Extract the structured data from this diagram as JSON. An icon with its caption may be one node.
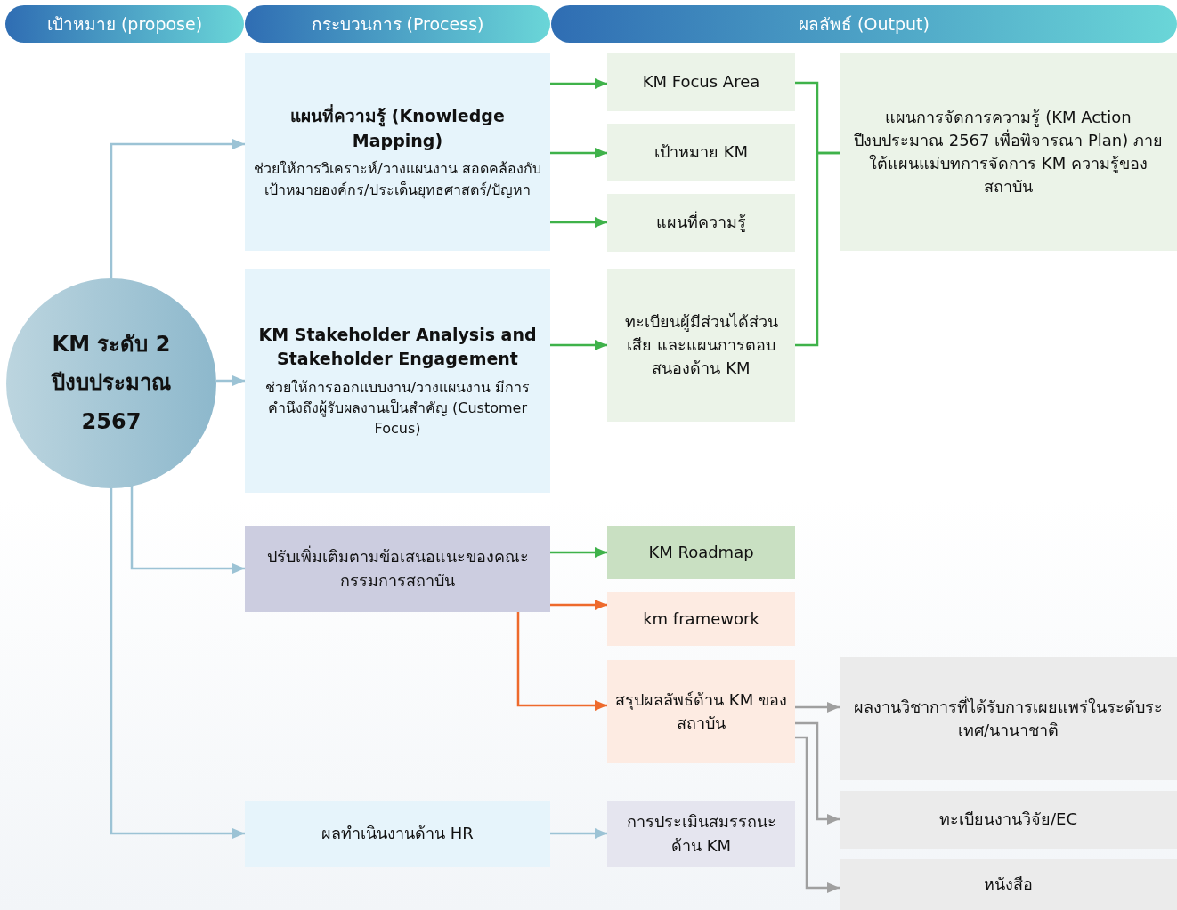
{
  "diagram": {
    "nodes": [
      {
        "text": [
          "เป้าหมาย (propose)"
        ]
      },
      {
        "text": [
          "กระบวนการ (Process)"
        ]
      },
      {
        "text": [
          "ผลลัพธ์ (Output)"
        ]
      },
      {
        "text": [
          "KM ระดับ 2 ปีงบประมาณ 2567"
        ]
      },
      {
        "text": [
          "แผนที่ความรู้ (Knowledge Mapping)",
          "ช่วยให้การวิเคราะห์/วางแผนงาน สอดคล้องกับ เป้าหมายองค์กร/ประเด็นยุทธศาสตร์/ปัญหา"
        ]
      },
      {
        "text": [
          "KM Stakeholder Analysis and Stakeholder Engagement",
          "ช่วยให้การออกแบบงาน/วางแผนงาน มีการคำนึงถึงผู้รับผลงานเป็นสำคัญ (Customer Focus)"
        ]
      },
      {
        "text": [
          "ปรับเพิ่มเติมตามข้อเสนอแนะของคณะกรรมการสถาบัน"
        ]
      },
      {
        "text": [
          "ผลทำเนินงานด้าน HR"
        ]
      },
      {
        "text": [
          "KM Focus Area"
        ]
      },
      {
        "text": [
          "เป้าหมาย KM"
        ]
      },
      {
        "text": [
          "แผนที่ความรู้"
        ]
      },
      {
        "text": [
          "ทะเบียนผู้มีส่วนได้ส่วนเสีย และแผนการตอบสนองด้าน KM"
        ]
      },
      {
        "text": [
          "แผนการจัดการความรู้ (KM Action ปีงบประมาณ 2567 เพื่อพิจารณา Plan) ภายใต้แผนแม่บทการจัดการ KM ความรู้ของสถาบัน"
        ]
      },
      {
        "text": [
          "KM Roadmap"
        ]
      },
      {
        "text": [
          "km framework"
        ]
      },
      {
        "text": [
          "สรุปผลลัพธ์ด้าน KM ของสถาบัน"
        ]
      },
      {
        "text": [
          "การประเมินสมรรถนะด้าน KM"
        ]
      },
      {
        "text": [
          "ผลงานวิชาการที่ได้รับการเผยแพร่ในระดับระเทศ/นานาชาติ"
        ]
      },
      {
        "text": [
          "ทะเบียนงานวิจัย/EC"
        ]
      },
      {
        "text": [
          "หนังสือ"
        ]
      }
    ],
    "edges": [
      {
        "from": 3,
        "to": 4,
        "arrow": "to",
        "color": "#9cc3d5"
      },
      {
        "from": 3,
        "to": 5,
        "arrow": "to",
        "color": "#9cc3d5"
      },
      {
        "from": 3,
        "to": 6,
        "arrow": "to",
        "color": "#9cc3d5"
      },
      {
        "from": 3,
        "to": 7,
        "arrow": "to",
        "color": "#9cc3d5"
      },
      {
        "from": 4,
        "to": 8,
        "arrow": "to"
      },
      {
        "from": 4,
        "to": 9,
        "arrow": "to"
      },
      {
        "from": 4,
        "to": 10,
        "arrow": "to"
      },
      {
        "from": 5,
        "to": 11,
        "arrow": "to"
      },
      {
        "from": 8,
        "to": 12,
        "arrow": "none"
      },
      {
        "from": 11,
        "to": 12,
        "arrow": "none"
      },
      {
        "from": 6,
        "to": 13,
        "arrow": "to"
      },
      {
        "from": 6,
        "to": 14,
        "arrow": "to",
        "color": "#ee6a2c"
      },
      {
        "from": 6,
        "to": 15,
        "arrow": "to",
        "color": "#ee6a2c"
      },
      {
        "from": 15,
        "to": 17,
        "arrow": "to",
        "color": "#a0a0a0"
      },
      {
        "from": 15,
        "to": 18,
        "arrow": "to",
        "color": "#a0a0a0"
      },
      {
        "from": 15,
        "to": 19,
        "arrow": "to",
        "color": "#a0a0a0"
      },
      {
        "from": 7,
        "to": 16,
        "arrow": "to",
        "color": "#9cc3d5"
      }
    ]
  }
}
